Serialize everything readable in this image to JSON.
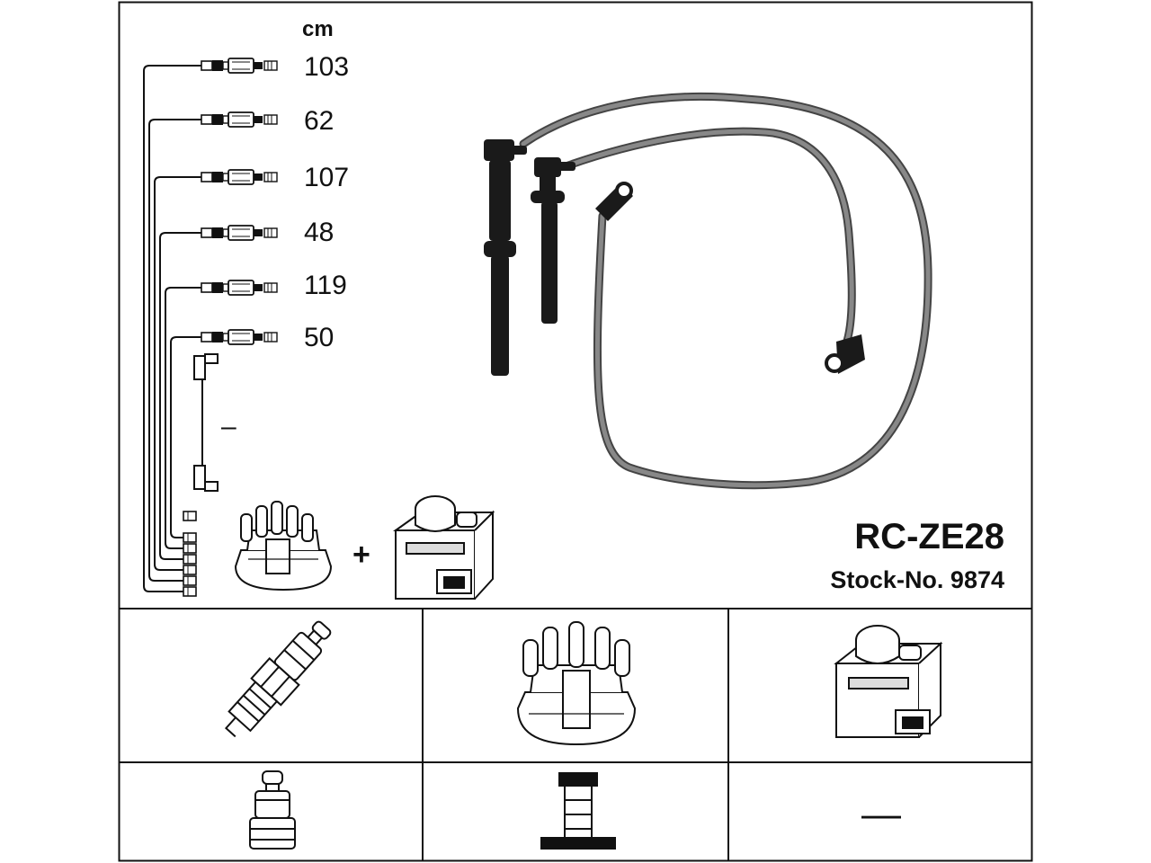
{
  "unit_label": "cm",
  "leads": [
    {
      "length": "103"
    },
    {
      "length": "62"
    },
    {
      "length": "107"
    },
    {
      "length": "48"
    },
    {
      "length": "119"
    },
    {
      "length": "50"
    }
  ],
  "coil_lead_length": "–",
  "plus_sign": "+",
  "part_code": "RC-ZE28",
  "stock_number": "Stock-No. 9874",
  "bottom_right_dash": "—",
  "colors": {
    "line": "#111111",
    "cable_grey": "#777777",
    "boot": "#1a1a1a"
  },
  "icons": [
    "spark-plug-icon",
    "distributor-cap-icon",
    "ignition-coil-icon",
    "spark-plug-connector-icon",
    "distributor-connector-icon"
  ]
}
